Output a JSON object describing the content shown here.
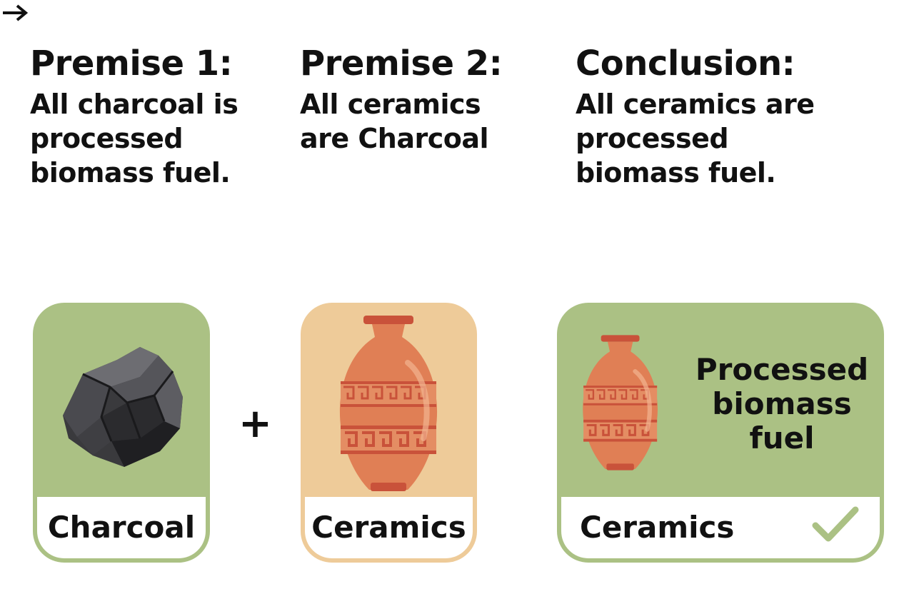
{
  "premise1": {
    "title": "Premise 1:",
    "lines": [
      "All charcoal is",
      "processed",
      "biomass fuel."
    ]
  },
  "premise2": {
    "title": "Premise 2:",
    "lines": [
      "All ceramics",
      "are Charcoal"
    ]
  },
  "conclusion": {
    "title": "Conclusion:",
    "lines": [
      "All ceramics are",
      "processed",
      "biomass fuel."
    ]
  },
  "cards": {
    "charcoal": {
      "label": "Charcoal",
      "color": "#abc184"
    },
    "ceramics": {
      "label": "Ceramics",
      "color": "#eecb99"
    },
    "conclusion": {
      "label": "Ceramics",
      "color": "#abc184",
      "overlay_lines": [
        "Processed",
        "biomass",
        "fuel"
      ]
    }
  },
  "operators": {
    "plus": "+",
    "arrow_icon": "arrow-right-icon"
  },
  "icons": [
    "charcoal-icon",
    "vase-icon",
    "checkmark-icon"
  ],
  "colors": {
    "check": "#abc184",
    "vase": "#e07f55",
    "vase_band": "#c9523a"
  }
}
